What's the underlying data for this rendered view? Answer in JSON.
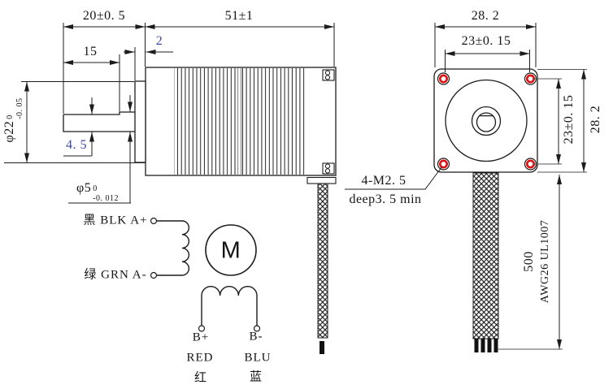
{
  "colors": {
    "line": "#1c1c1c",
    "hole_highlight_red": "#dd1111",
    "dim_highlight_blue": "#3a4a9f",
    "background": "#ffffff"
  },
  "side_view": {
    "dims": {
      "shaft_length": "20±0. 5",
      "body_length": "51±1",
      "flat_length": "15",
      "pilot_boss_length": "2",
      "flat_height": "4. 5",
      "pilot_diameter": {
        "text": "φ22",
        "tol_upper": "0",
        "tol_lower": "-0. 05"
      },
      "shaft_diameter": {
        "text": "φ5",
        "tol_upper": "0",
        "tol_lower": "-0. 012"
      }
    }
  },
  "front_view": {
    "dims": {
      "body_width": "28. 2",
      "hole_spacing_horizontal": "23±0. 15",
      "hole_spacing_vertical": "23±0. 15",
      "body_height": "28. 2",
      "lead_length": "500"
    },
    "notes": {
      "mounting_holes_line1": "4-M2. 5",
      "mounting_holes_line2": "deep3. 5 min",
      "cable_spec": "AWG26 UL1007"
    }
  },
  "wiring_diagram": {
    "motor_symbol": "M",
    "phase_a_positive": "黑 BLK A+",
    "phase_a_negative": "绿 GRN A-",
    "phase_b_positive": {
      "terminal": "B+",
      "color_en": "RED",
      "color_cn": "红"
    },
    "phase_b_negative": {
      "terminal": "B-",
      "color_en": "BLU",
      "color_cn": "蓝"
    }
  }
}
